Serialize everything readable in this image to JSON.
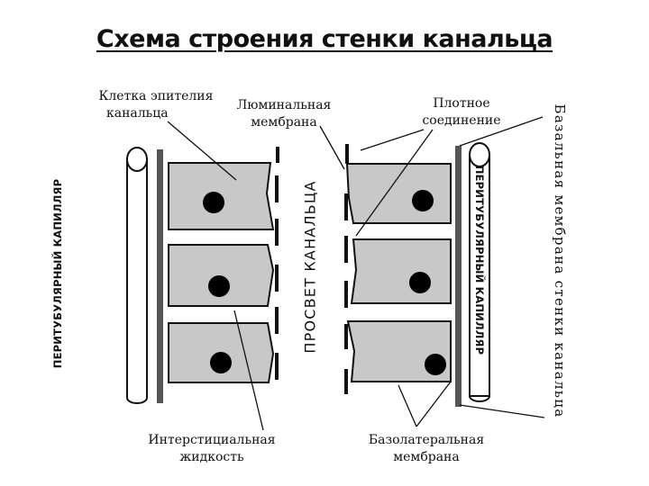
{
  "title": "Схема строения стенки канальца",
  "labels": {
    "epithelial_cell_1": "Клетка эпителия",
    "epithelial_cell_2": "канальца",
    "luminal_membrane_1": "Люминальная",
    "luminal_membrane_2": "мембрана",
    "tight_junction_1": "Плотное",
    "tight_junction_2": "соединение",
    "interstitial_fluid_1": "Интерстициальная",
    "interstitial_fluid_2": "жидкость",
    "basolateral_membrane_1": "Базолатеральная",
    "basolateral_membrane_2": "мембрана",
    "tubule_lumen": "ПРОСВЕТ КАНАЛЬЦА",
    "peritubular_capillary_left": "ПЕРИТУБУЛЯРНЫЙ КАПИЛЛЯР",
    "peritubular_capillary_right": "ПЕРИТУБУЛЯРНЫЙ КАПИЛЛЯР",
    "basement_membrane": "Базальная мембрана стенки канальца"
  },
  "colors": {
    "cell_fill": "#c8c8c8",
    "membrane": "#555555",
    "nucleus": "#000000",
    "outline": "#111111"
  }
}
